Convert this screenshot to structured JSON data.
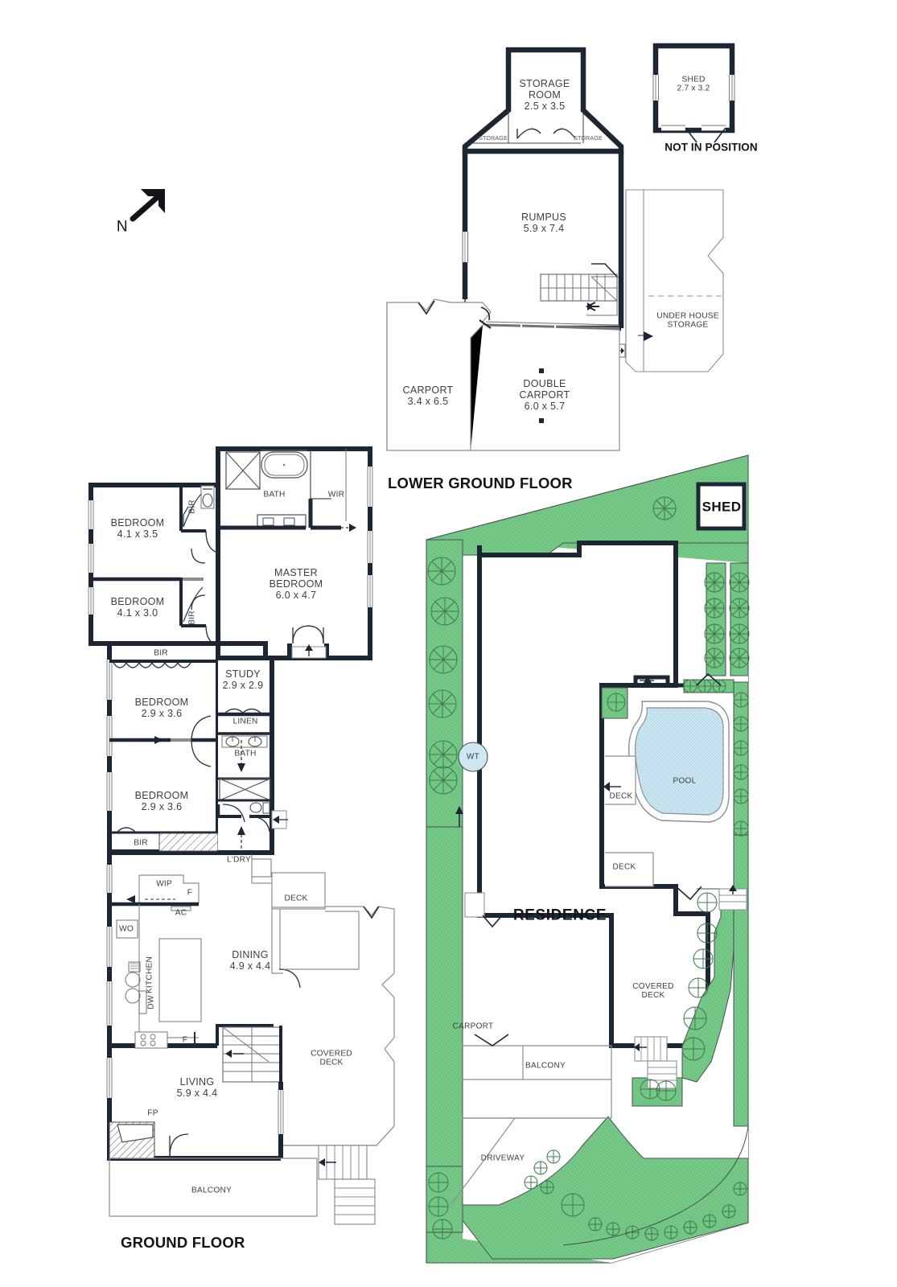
{
  "document": {
    "type": "real-estate-floorplan",
    "compass": {
      "label": "N",
      "direction": "north-east"
    },
    "titles": {
      "lower_ground": "LOWER GROUND FLOOR",
      "ground": "GROUND FLOOR"
    },
    "notes": {
      "not_in_position": "NOT IN POSITION"
    }
  },
  "colors": {
    "wall": "#1d2733",
    "thin_line": "#6f7477",
    "text": "#3c4043",
    "heading": "#111418",
    "lawn": "#6fc47f",
    "lawn_light": "#8fd49c",
    "pool_water": "#b8dcea",
    "pool_edge": "#8a8f93",
    "white": "#ffffff"
  },
  "lower_ground_floor": {
    "title": "LOWER GROUND FLOOR",
    "rooms": [
      {
        "name": "STORAGE ROOM",
        "line1": "STORAGE",
        "line2": "ROOM",
        "dim": "2.5 x 3.5"
      },
      {
        "name": "RUMPUS",
        "line1": "RUMPUS",
        "dim": "5.9 x 7.4"
      },
      {
        "name": "CARPORT",
        "line1": "CARPORT",
        "dim": "3.4 x 6.5"
      },
      {
        "name": "DOUBLE CARPORT",
        "line1": "DOUBLE",
        "line2": "CARPORT",
        "dim": "6.0 x 5.7"
      },
      {
        "name": "UNDER HOUSE STORAGE",
        "line1": "UNDER HOUSE",
        "line2": "STORAGE",
        "dim": ""
      }
    ],
    "small_labels": [
      "STORAGE",
      "STORAGE"
    ]
  },
  "detached_shed": {
    "label": "SHED",
    "dim": "2.7 x 3.2",
    "note": "NOT IN POSITION"
  },
  "ground_floor": {
    "title": "GROUND FLOOR",
    "rooms": [
      {
        "name": "BEDROOM 1",
        "line1": "BEDROOM",
        "dim": "4.1 x 3.5"
      },
      {
        "name": "BEDROOM 2",
        "line1": "BEDROOM",
        "dim": "4.1 x 3.0"
      },
      {
        "name": "BEDROOM 3",
        "line1": "BEDROOM",
        "dim": "2.9 x 3.6"
      },
      {
        "name": "BEDROOM 4",
        "line1": "BEDROOM",
        "dim": "2.9 x 3.6"
      },
      {
        "name": "MASTER BEDROOM",
        "line1": "MASTER",
        "line2": "BEDROOM",
        "dim": "6.0 x 4.7"
      },
      {
        "name": "STUDY",
        "line1": "STUDY",
        "dim": "2.9 x 2.9"
      },
      {
        "name": "DINING",
        "line1": "DINING",
        "dim": "4.9 x 4.4"
      },
      {
        "name": "LIVING",
        "line1": "LIVING",
        "dim": "5.9 x 4.4"
      }
    ],
    "unsized_spaces": [
      "BATH",
      "WIR",
      "BATH",
      "LINEN",
      "L'DRY",
      "DECK",
      "COVERED DECK",
      "BALCONY",
      "KITCHEN",
      "WIP"
    ],
    "annotations": [
      "BIR",
      "BIR",
      "BIR",
      "BIR",
      "F",
      "F",
      "AC",
      "WO",
      "DW",
      "FP"
    ],
    "labels": {
      "bath_master": "BATH",
      "wir": "WIR",
      "bath_main": "BATH",
      "linen": "LINEN",
      "laundry": "L'DRY",
      "deck": "DECK",
      "covered_deck_l1": "COVERED",
      "covered_deck_l2": "DECK",
      "balcony": "BALCONY",
      "kitchen": "KITCHEN",
      "wip": "WIP",
      "bir": "BIR",
      "fridge": "F",
      "ac": "AC",
      "wall_oven": "WO",
      "dishwasher": "DW",
      "fireplace": "FP"
    }
  },
  "site_plan": {
    "labels": {
      "residence": "RESIDENCE",
      "shed": "SHED",
      "pool": "POOL",
      "water_tank": "WT",
      "deck_upper": "DECK",
      "deck_lower": "DECK",
      "covered_deck_l1": "COVERED",
      "covered_deck_l2": "DECK",
      "carport": "CARPORT",
      "balcony": "BALCONY",
      "driveway": "DRIVEWAY"
    }
  }
}
